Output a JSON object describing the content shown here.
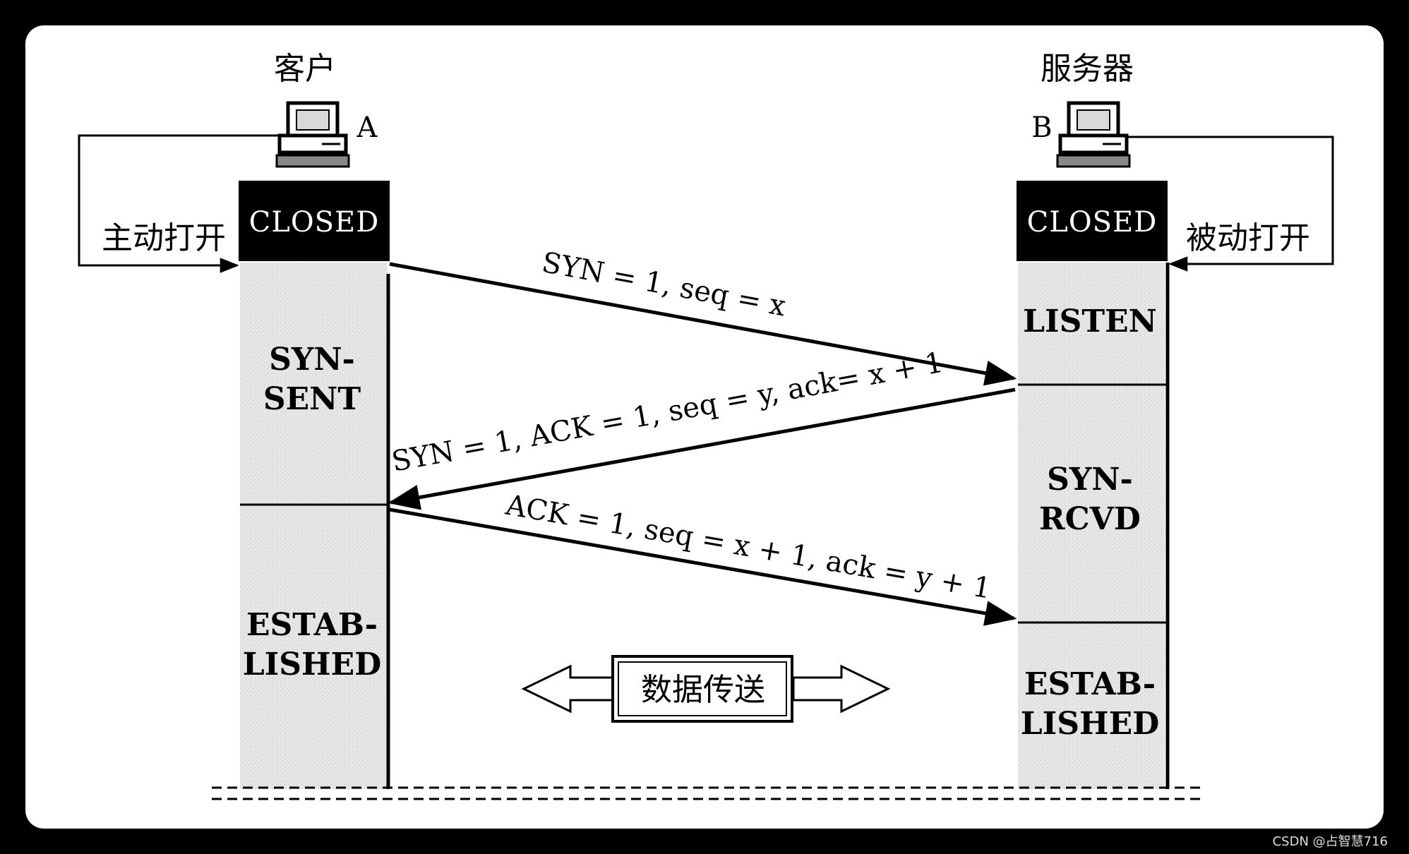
{
  "client": {
    "title": "客户",
    "id": "A",
    "action": "主动打开"
  },
  "server": {
    "title": "服务器",
    "id": "B",
    "action": "被动打开"
  },
  "states": {
    "client_closed": "CLOSED",
    "client_synsent_1": "SYN-",
    "client_synsent_2": "SENT",
    "client_estab_1": "ESTAB-",
    "client_estab_2": "LISHED",
    "server_closed": "CLOSED",
    "server_listen": "LISTEN",
    "server_synrcvd_1": "SYN-",
    "server_synrcvd_2": "RCVD",
    "server_estab_1": "ESTAB-",
    "server_estab_2": "LISHED"
  },
  "messages": {
    "m1": "SYN = 1, seq = x",
    "m2": "SYN = 1, ACK = 1, seq = y, ack= x + 1",
    "m3": "ACK = 1, seq = x + 1, ack = y + 1"
  },
  "data_transfer": "数据传送",
  "watermark": "CSDN @占智慧716"
}
